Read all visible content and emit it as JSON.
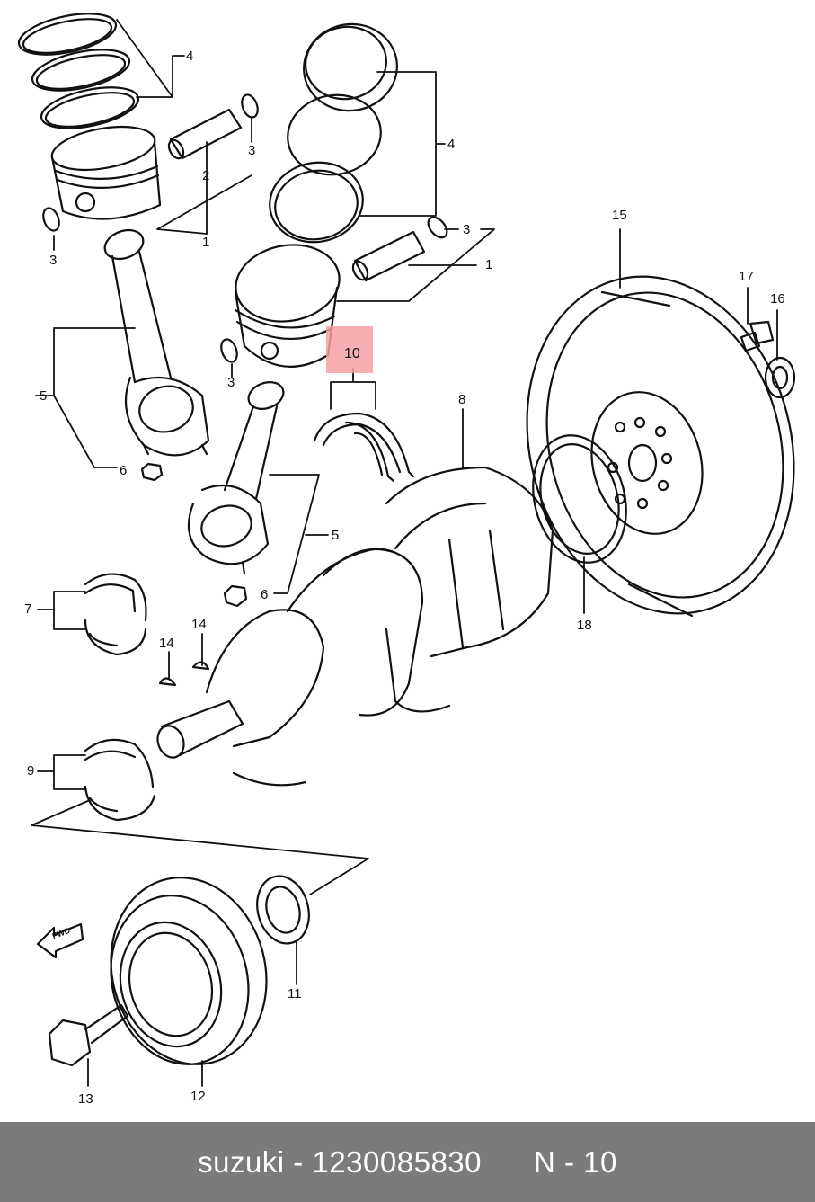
{
  "footer": {
    "brand": "suzuki",
    "part_number": "1230085830",
    "ref": "N - 10"
  },
  "highlight_callout": "10",
  "callouts": {
    "c4a": "4",
    "c3a": "3",
    "c2": "2",
    "c1a": "1",
    "c3b": "3",
    "c4b": "4",
    "c3c": "3",
    "c1b": "1",
    "c3d": "3",
    "c5a": "5",
    "c6a": "6",
    "c8": "8",
    "c5b": "5",
    "c6b": "6",
    "c7": "7",
    "c14a": "14",
    "c14b": "14",
    "c9": "9",
    "c15": "15",
    "c17": "17",
    "c16": "16",
    "c18": "18",
    "c11": "11",
    "c12": "12",
    "c13": "13"
  },
  "fwd_label": "FWD"
}
